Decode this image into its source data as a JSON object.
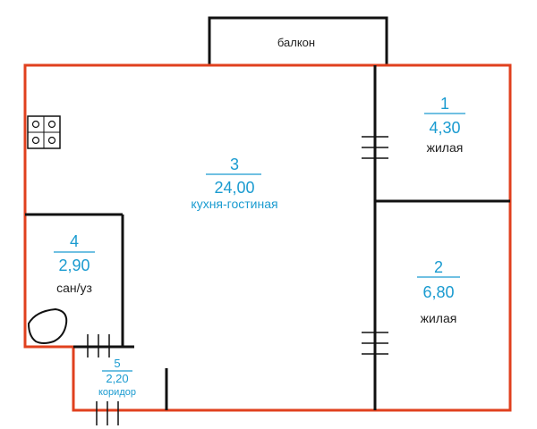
{
  "balcony": {
    "label": "балкон"
  },
  "rooms": [
    {
      "id": "room-1",
      "number": "1",
      "area": "4,30",
      "name": "жилая"
    },
    {
      "id": "room-2",
      "number": "2",
      "area": "6,80",
      "name": "жилая"
    },
    {
      "id": "room-3",
      "number": "3",
      "area": "24,00",
      "name": "кухня-гостиная"
    },
    {
      "id": "room-4",
      "number": "4",
      "area": "2,90",
      "name": "сан/уз"
    },
    {
      "id": "room-5",
      "number": "5",
      "area": "2,20",
      "name": "коридор"
    }
  ],
  "colors": {
    "outer_wall": "#e0401e",
    "inner_wall": "#111111",
    "label_blue": "#1a9bd0"
  },
  "icons": [
    "stove-icon",
    "toilet-icon",
    "window-mark-icon",
    "door-mark-icon"
  ]
}
